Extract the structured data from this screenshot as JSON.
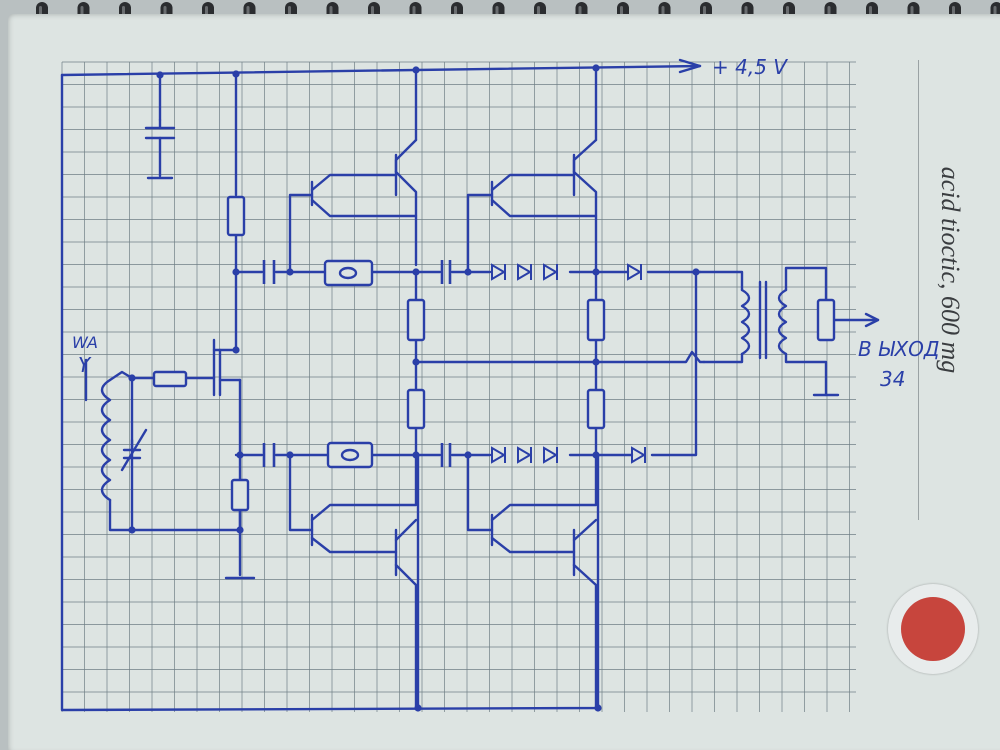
{
  "sheet": {
    "side_note": "acid tioctic, 600 mg",
    "stamp_color": "#c7453d",
    "ink_color": "#2a3fa8",
    "grid_color": "#6f7f86"
  },
  "schematic": {
    "supply_label": "+ 4,5 V",
    "antenna_label_line1": "WA",
    "antenna_label_line2": "Y",
    "output_label_line1": "В ЫХОД",
    "output_label_line2": "34"
  }
}
